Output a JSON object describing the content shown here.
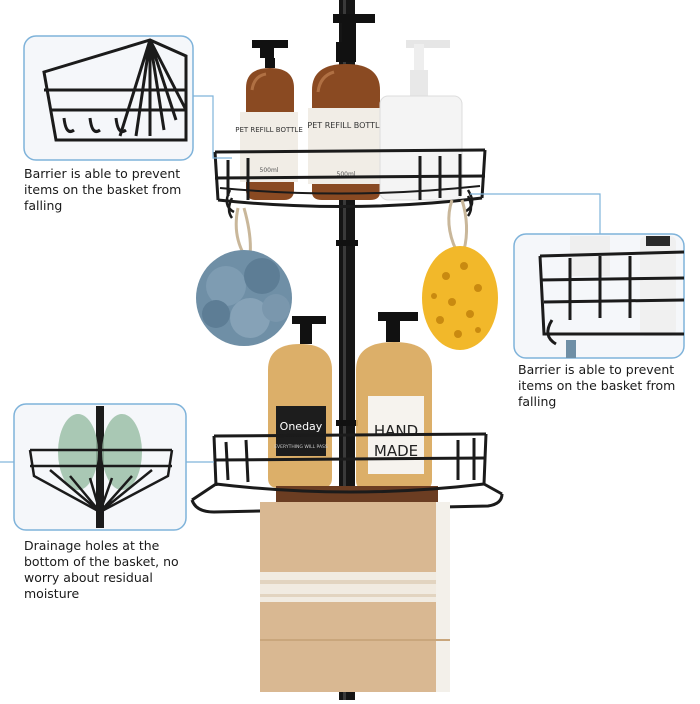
{
  "callouts": {
    "top_left": {
      "caption": "Barrier is able to prevent items on the basket from falling"
    },
    "right": {
      "caption": "Barrier is able to prevent items on the basket from falling"
    },
    "bottom_left": {
      "caption": "Drainage holes at the bottom of the basket, no worry about residual moisture"
    }
  },
  "bottles": {
    "refill_1": {
      "label_line1": "PET REFILL BOTTLE",
      "label_line2": "500ml"
    },
    "refill_2": {
      "label_line1": "PET REFILL BOTTLE",
      "label_line2": "500ml"
    },
    "oneday": {
      "label": "Oneday",
      "sub_label": "EVERYTHING WILL PASS"
    },
    "hand_made": {
      "line1": "HAND",
      "line2": "MADE"
    }
  },
  "colors": {
    "rack_metal": "#1b1b1b",
    "callout_border": "#7fb3da",
    "amber_bottle": "#8a4a22",
    "blue_pouf": "#6f8fa6",
    "yellow_sponge": "#f2b82a",
    "towel": "#d9b892"
  }
}
